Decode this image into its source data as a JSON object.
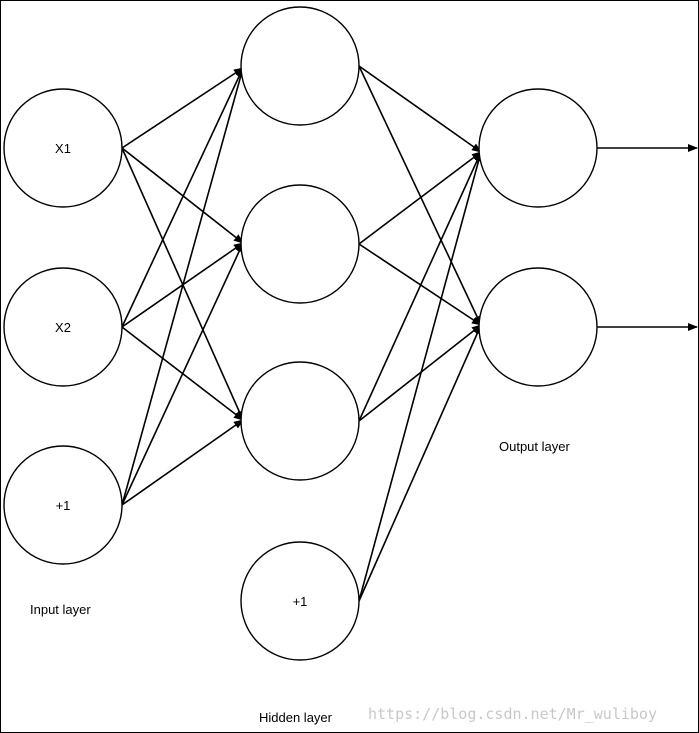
{
  "diagram": {
    "input_layer": {
      "label": "Input layer",
      "nodes": [
        "X1",
        "X2",
        "+1"
      ]
    },
    "hidden_layer": {
      "label": "Hidden layer",
      "nodes": [
        "",
        "",
        "",
        "+1"
      ]
    },
    "output_layer": {
      "label": "Output layer",
      "nodes": [
        "",
        ""
      ]
    }
  },
  "watermark": "https://blog.csdn.net/Mr_wuliboy"
}
